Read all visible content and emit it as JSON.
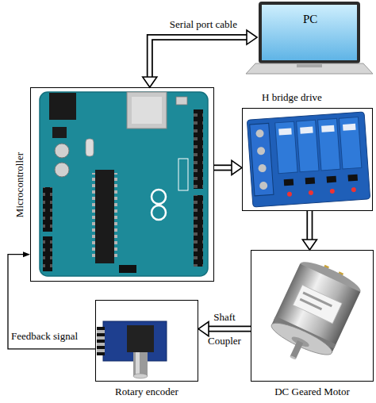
{
  "diagram": {
    "nodes": [
      {
        "text": [
          "PC"
        ]
      },
      {
        "text": [
          "Microcontroller"
        ]
      },
      {
        "text": [
          "H bridge drive"
        ]
      },
      {
        "text": [
          "DC Geared Motor"
        ]
      },
      {
        "text": [
          "Rotary encoder"
        ]
      }
    ],
    "edges": [
      {
        "from": 0,
        "to": 1,
        "arrow": "both",
        "label": "Serial port cable"
      },
      {
        "from": 1,
        "to": 2,
        "arrow": "to"
      },
      {
        "from": 2,
        "to": 3,
        "arrow": "to"
      },
      {
        "from": 3,
        "to": 4,
        "arrow": "to",
        "label": "Shaft Coupler"
      },
      {
        "from": 4,
        "to": 1,
        "arrow": "to",
        "label": "Feedback signal"
      }
    ]
  }
}
